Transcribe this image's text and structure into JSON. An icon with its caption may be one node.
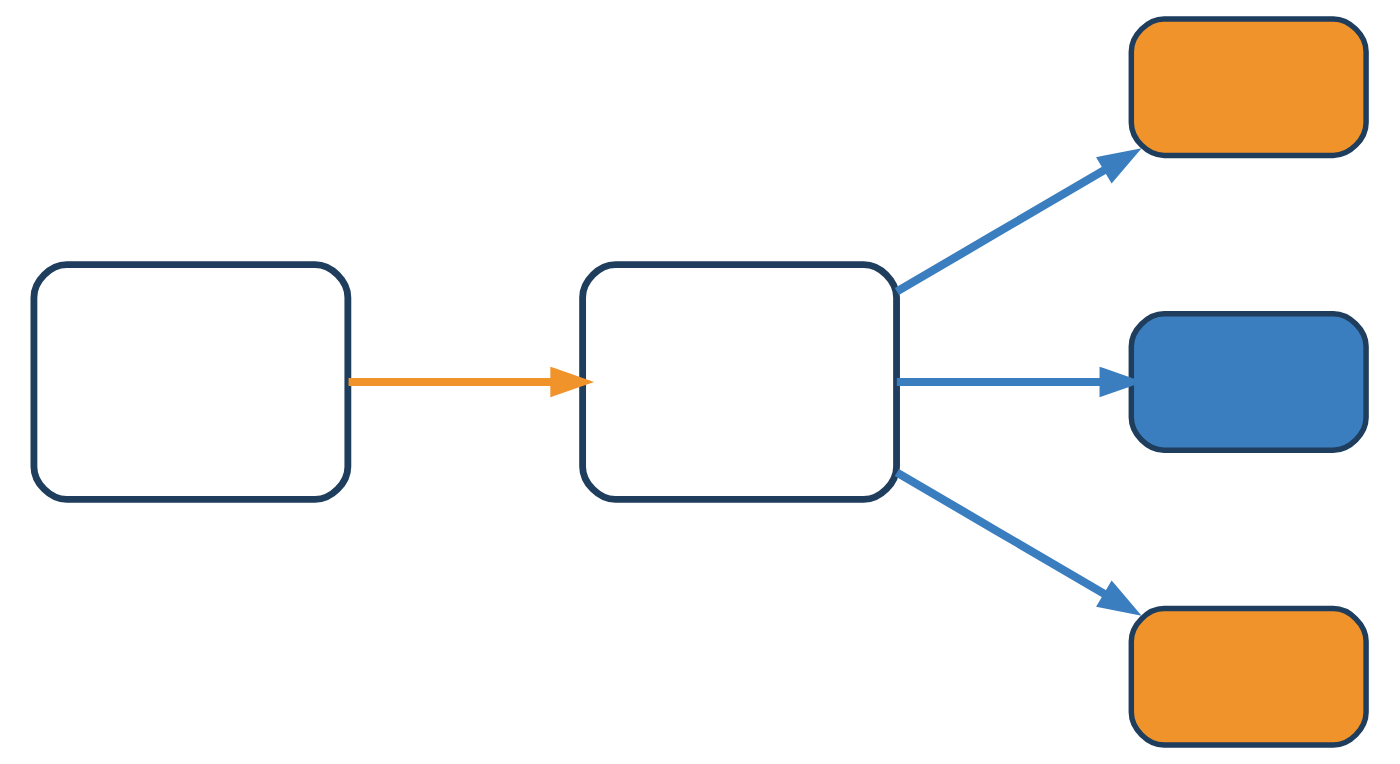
{
  "diagram": {
    "nodes": [
      {
        "text": [],
        "shape": "box"
      },
      {
        "text": [],
        "shape": "box"
      },
      {
        "text": [],
        "shape": "van"
      },
      {
        "text": [],
        "shape": "van"
      },
      {
        "text": [],
        "shape": "van"
      }
    ],
    "edges": [
      {
        "from": 0,
        "to": 1,
        "arrow": "to",
        "color": "#f0932b"
      },
      {
        "from": 1,
        "to": 2,
        "arrow": "to"
      },
      {
        "from": 1,
        "to": 3,
        "arrow": "to"
      },
      {
        "from": 1,
        "to": 4,
        "arrow": "to"
      }
    ]
  }
}
